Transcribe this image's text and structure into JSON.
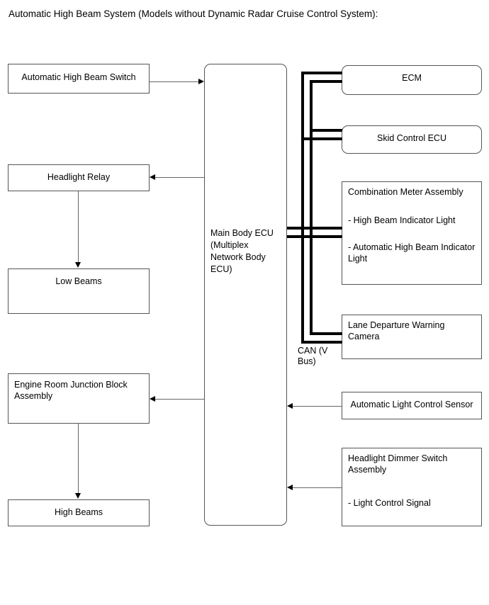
{
  "title": "Automatic High Beam System (Models without Dynamic Radar Cruise Control System):",
  "nodes": {
    "auto_high_beam_switch": "Automatic High Beam Switch",
    "headlight_relay": "Headlight Relay",
    "low_beams": "Low Beams",
    "engine_room_junction_block": "Engine Room Junction Block Assembly",
    "high_beams": "High Beams",
    "main_body_ecu": "Main Body ECU (Multiplex Network Body ECU)",
    "ecm": "ECM",
    "skid_control_ecu": "Skid Control ECU",
    "combination_meter": "Combination Meter Assembly",
    "combination_meter_item1": "- High Beam Indicator Light",
    "combination_meter_item2": "- Automatic High Beam Indicator Light",
    "lane_departure_camera": "Lane Departure Warning Camera",
    "auto_light_control_sensor": "Automatic Light Control Sensor",
    "headlight_dimmer_switch": "Headlight Dimmer Switch Assembly",
    "headlight_dimmer_switch_item1": "- Light Control Signal"
  },
  "labels": {
    "can_bus": "CAN (V Bus)"
  },
  "colors": {
    "background": "#ffffff",
    "text": "#000000",
    "box_border": "#555555",
    "connector": "#666666",
    "bus_line": "#000000"
  }
}
